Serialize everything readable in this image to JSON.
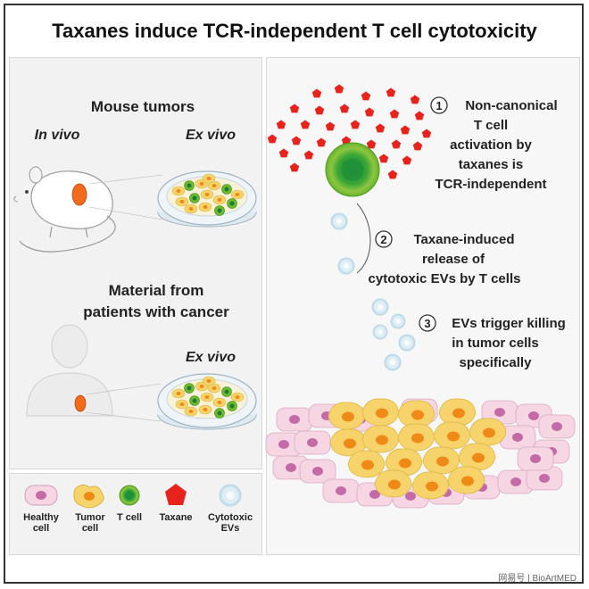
{
  "title": "Taxanes induce TCR-independent T cell cytotoxicity",
  "left": {
    "mouse_heading": "Mouse tumors",
    "in_vivo": "In vivo",
    "ex_vivo_1": "Ex vivo",
    "patient_heading_1": "Material from",
    "patient_heading_2": "patients with cancer",
    "ex_vivo_2": "Ex vivo"
  },
  "steps": [
    {
      "num": "1",
      "lines": [
        "Non-canonical",
        "T cell",
        "activation by",
        "taxanes is",
        "TCR-independent"
      ]
    },
    {
      "num": "2",
      "lines": [
        "Taxane-induced",
        "release of",
        "cytotoxic EVs by T cells"
      ]
    },
    {
      "num": "3",
      "lines": [
        "EVs trigger killing",
        "in tumor cells",
        "specifically"
      ]
    }
  ],
  "legend": [
    {
      "icon": "healthy-cell-icon",
      "label": [
        "Healthy",
        "cell"
      ]
    },
    {
      "icon": "tumor-cell-icon",
      "label": [
        "Tumor",
        "cell"
      ]
    },
    {
      "icon": "t-cell-icon",
      "label": [
        "T cell"
      ]
    },
    {
      "icon": "taxane-icon",
      "label": [
        "Taxane"
      ]
    },
    {
      "icon": "ev-icon",
      "label": [
        "Cytotoxic",
        "EVs"
      ]
    }
  ],
  "colors": {
    "taxane": "#e8231c",
    "healthy_fill": "#f6d6e3",
    "healthy_nucleus": "#c46aa6",
    "tumor_fill": "#f6d46b",
    "tumor_nucleus": "#f08a16",
    "tcell_outer": "#6cbb2c",
    "tcell_inner": "#1d8a3c",
    "ev": "#cfe5ef"
  },
  "watermark": "网易号 | BioArtMED"
}
